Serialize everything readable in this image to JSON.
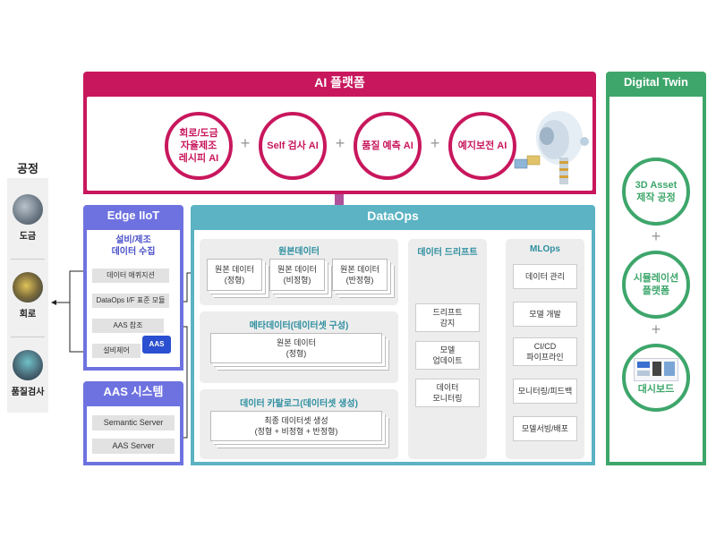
{
  "process": {
    "title": "공정",
    "items": [
      {
        "label": "도금"
      },
      {
        "label": "회로"
      },
      {
        "label": "품질검사"
      }
    ]
  },
  "ai_platform": {
    "title": "AI 플랫폼",
    "modules": [
      {
        "label": "회로/도금\n자율제조\n레시피 AI"
      },
      {
        "label": "Self 검사 AI"
      },
      {
        "label": "품질 예측 AI"
      },
      {
        "label": "예지보전 AI"
      }
    ],
    "plus": "+",
    "color": "#c8175d"
  },
  "digital_twin": {
    "title": "Digital Twin",
    "items": [
      {
        "label": "3D Asset\n제작 공정"
      },
      {
        "label": "시뮬레이션\n플랫폼"
      },
      {
        "label": "대시보드"
      }
    ],
    "plus": "+",
    "color": "#3ea66b"
  },
  "edge_iiot": {
    "title": "Edge IIoT",
    "subtitle": "설비/제조\n데이터 수집",
    "items": [
      "데이터 애퀴지션",
      "DataOps I/F 표준 모듈",
      "AAS 참조",
      "설비제어"
    ],
    "badge": "AAS",
    "color": "#6e72e0"
  },
  "aas_system": {
    "title": "AAS 시스템",
    "items": [
      "Semantic Server",
      "AAS Server"
    ]
  },
  "dataops": {
    "title": "DataOps",
    "raw_data": {
      "title": "원본데이터",
      "cards": [
        "원본 데이터\n(정형)",
        "원본 데이터\n(비정형)",
        "원본 데이터\n(반정형)"
      ]
    },
    "meta_data": {
      "title": "메타데이터(데이터셋 구성)",
      "card": "원본 데이터\n(정형)"
    },
    "catalog": {
      "title": "데이터 카탈로그(데이터셋 생성)",
      "card": "최종 데이터셋 생성\n(정형 + 비정형 + 반정형)"
    },
    "drift": {
      "title": "데이터 드리프트",
      "items": [
        "드리프트\n감지",
        "모델\n업데이트",
        "데이터\n모니터링"
      ]
    },
    "mlops": {
      "title": "MLOps",
      "items": [
        "데이터 관리",
        "모델 개발",
        "CI/CD\n파이프라인",
        "모니터링/피드백",
        "모델서빙/배포"
      ]
    },
    "color": "#5bb3c3"
  }
}
